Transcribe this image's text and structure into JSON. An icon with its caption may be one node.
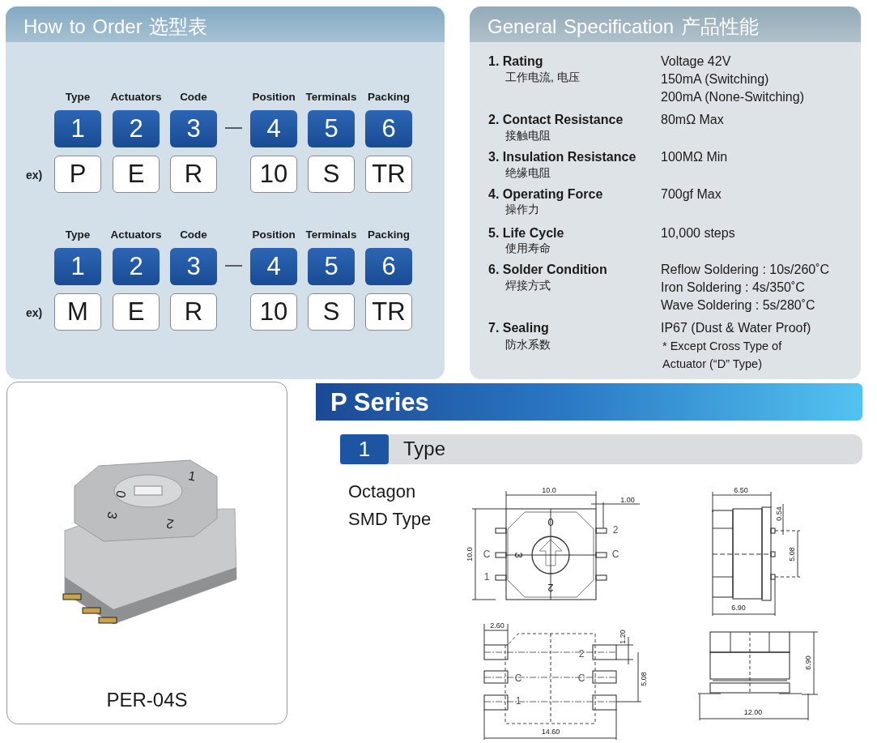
{
  "diagram": {
    "nodes": [
      {
        "text": [
          "How to Order 选型表"
        ]
      },
      {
        "text": [
          "Type",
          "1"
        ],
        "in": 0
      },
      {
        "text": [
          "Actuators",
          "2"
        ],
        "in": 0
      },
      {
        "text": [
          "Code",
          "3"
        ],
        "in": 0
      },
      {
        "text": [
          "Position",
          "4"
        ],
        "in": 0
      },
      {
        "text": [
          "Terminals",
          "5"
        ],
        "in": 0
      },
      {
        "text": [
          "Packing",
          "6"
        ],
        "in": 0
      },
      {
        "text": [
          "P"
        ],
        "in": 0
      },
      {
        "text": [
          "E"
        ],
        "in": 0
      },
      {
        "text": [
          "R"
        ],
        "in": 0
      },
      {
        "text": [
          "10"
        ],
        "in": 0
      },
      {
        "text": [
          "S"
        ],
        "in": 0
      },
      {
        "text": [
          "TR"
        ],
        "in": 0
      },
      {
        "text": [
          "Type",
          "1"
        ],
        "in": 0
      },
      {
        "text": [
          "Actuators",
          "2"
        ],
        "in": 0
      },
      {
        "text": [
          "Code",
          "3"
        ],
        "in": 0
      },
      {
        "text": [
          "Position",
          "4"
        ],
        "in": 0
      },
      {
        "text": [
          "Terminals",
          "5"
        ],
        "in": 0
      },
      {
        "text": [
          "Packing",
          "6"
        ],
        "in": 0
      },
      {
        "text": [
          "M"
        ],
        "in": 0
      },
      {
        "text": [
          "E"
        ],
        "in": 0
      },
      {
        "text": [
          "R"
        ],
        "in": 0
      },
      {
        "text": [
          "10"
        ],
        "in": 0
      },
      {
        "text": [
          "S"
        ],
        "in": 0
      },
      {
        "text": [
          "TR"
        ],
        "in": 0
      },
      {
        "text": [
          "General Specification 产品性能"
        ]
      },
      {
        "text": [
          "PER-04S"
        ]
      },
      {
        "text": [
          "P Series"
        ]
      },
      {
        "text": [
          "Type"
        ]
      },
      {
        "text": [
          "1"
        ],
        "in": 28
      }
    ],
    "labels": [
      "ex)",
      "ex)",
      "1. Rating",
      "工作电流, 电压",
      "Voltage 42V",
      "150mA (Switching)",
      "200mA (None-Switching)",
      "2. Contact Resistance",
      "接触电阻",
      "80mΩ Max",
      "3. Insulation Resistance",
      "绝缘电阻",
      "100MΩ Min",
      "4. Operating Force",
      "操作力",
      "700gf Max",
      "5. Life Cycle",
      "使用寿命",
      "10,000 steps",
      "6. Solder Condition",
      "焊接方式",
      "Reflow Soldering : 10s/260˚C",
      "Iron Soldering : 4s/350˚C",
      "Wave Soldering : 5s/280˚C",
      "7. Sealing",
      "防水系数",
      "IP67 (Dust & Water Proof)",
      "* Except Cross Type of Actuator (“D” Type)",
      "Octagon SMD Type",
      "10.0",
      "1.00",
      "10.0",
      "0",
      "2",
      "C",
      "3",
      "C",
      "1",
      "2",
      "6.50",
      "0.54",
      "5.08",
      "6.90",
      "2.60",
      "1.20",
      "2",
      "C",
      "C",
      "5.08",
      "1",
      "14.60",
      "6.90",
      "12.00",
      "0",
      "1",
      "3",
      "2"
    ]
  }
}
